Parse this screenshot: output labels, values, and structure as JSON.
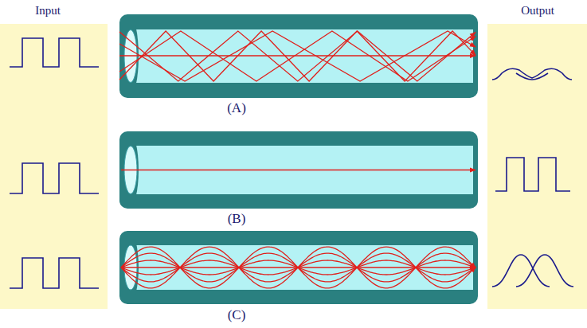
{
  "diagram": {
    "labels": [
      "Input",
      "Output",
      "(A)",
      "(B)",
      "(C)"
    ]
  }
}
